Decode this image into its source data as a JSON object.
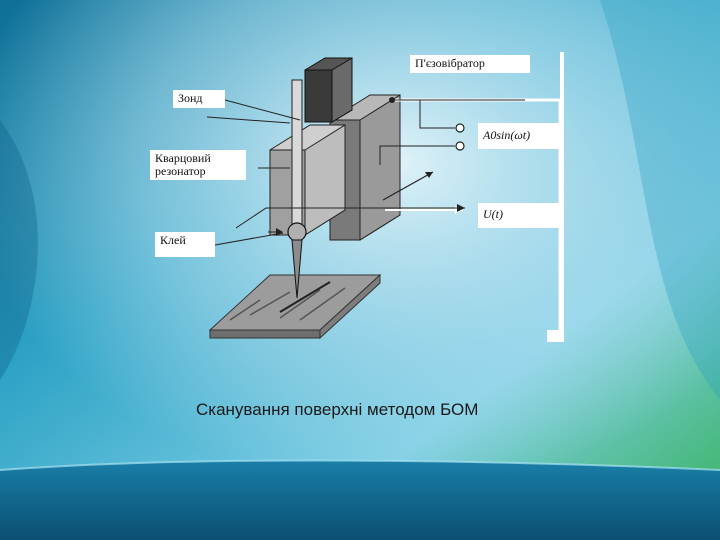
{
  "labels": {
    "piezo": "П'єзовібратор",
    "probe": "Зонд",
    "quartz_line1": "Кварцовий",
    "quartz_line2": "резонатор",
    "glue": "Клей",
    "signal_in": "A0sin(ωt)",
    "signal_out": "U(t)"
  },
  "caption": "Сканування поверхні методом БОМ",
  "colors": {
    "bg_top": "#bfe3f2",
    "bg_mid": "#3aa6c8",
    "bg_green": "#3fbf5a",
    "device_dark": "#4a4a4a",
    "device_mid": "#8a8a8a",
    "device_light": "#c8c8c8",
    "sample": "#a9a9a9"
  }
}
